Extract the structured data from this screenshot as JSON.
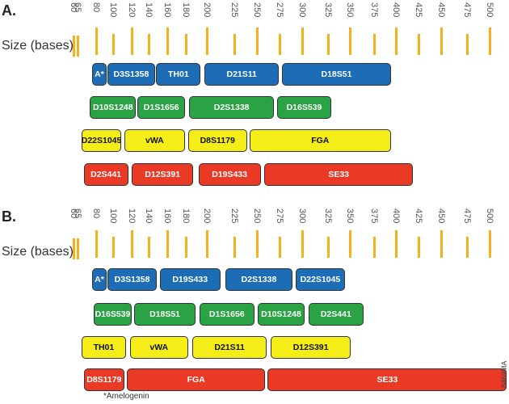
{
  "colors": {
    "blue": "#1d6db6",
    "green": "#2aa344",
    "yellow": "#f4ed17",
    "red": "#ea3a26",
    "tick": "#f2b21c"
  },
  "scale_label": "Size (bases)",
  "tick_values": [
    "60",
    "65",
    "80",
    "100",
    "120",
    "140",
    "160",
    "180",
    "200",
    "225",
    "250",
    "275",
    "300",
    "325",
    "350",
    "375",
    "400",
    "425",
    "450",
    "475",
    "500"
  ],
  "panels": [
    {
      "label": "A.",
      "rows": [
        {
          "color": "blue",
          "boxes": [
            {
              "name": "A*",
              "start": 77,
              "end": 93
            },
            {
              "name": "D3S1358",
              "start": 93,
              "end": 148
            },
            {
              "name": "TH01",
              "start": 148,
              "end": 195
            },
            {
              "name": "D21S11",
              "start": 198,
              "end": 275
            },
            {
              "name": "D18S51",
              "start": 278,
              "end": 395
            }
          ]
        },
        {
          "color": "green",
          "boxes": [
            {
              "name": "D10S1248",
              "start": 75,
              "end": 126
            },
            {
              "name": "D1S1656",
              "start": 127,
              "end": 180
            },
            {
              "name": "D2S1338",
              "start": 183,
              "end": 270
            },
            {
              "name": "D16S539",
              "start": 272,
              "end": 330
            }
          ]
        },
        {
          "color": "yellow",
          "boxes": [
            {
              "name": "D22S1045",
              "start": 68,
              "end": 110
            },
            {
              "name": "vWA",
              "start": 112,
              "end": 180
            },
            {
              "name": "D8S1179",
              "start": 182,
              "end": 240
            },
            {
              "name": "FGA",
              "start": 242,
              "end": 395
            }
          ]
        },
        {
          "color": "red",
          "boxes": [
            {
              "name": "D2S441",
              "start": 70,
              "end": 117
            },
            {
              "name": "D12S391",
              "start": 120,
              "end": 188
            },
            {
              "name": "D19S433",
              "start": 192,
              "end": 255
            },
            {
              "name": "SE33",
              "start": 258,
              "end": 420
            }
          ]
        }
      ]
    },
    {
      "label": "B.",
      "rows": [
        {
          "color": "blue",
          "boxes": [
            {
              "name": "A*",
              "start": 77,
              "end": 93
            },
            {
              "name": "D3S1358",
              "start": 93,
              "end": 150
            },
            {
              "name": "D19S433",
              "start": 152,
              "end": 213
            },
            {
              "name": "D2S1338",
              "start": 217,
              "end": 290
            },
            {
              "name": "D22S1045",
              "start": 293,
              "end": 345
            }
          ]
        },
        {
          "color": "green",
          "boxes": [
            {
              "name": "D16S539",
              "start": 78,
              "end": 121
            },
            {
              "name": "D18S51",
              "start": 123,
              "end": 190
            },
            {
              "name": "D1S1656",
              "start": 193,
              "end": 248
            },
            {
              "name": "D10S1248",
              "start": 251,
              "end": 303
            },
            {
              "name": "D2S441",
              "start": 306,
              "end": 365
            }
          ]
        },
        {
          "color": "yellow",
          "boxes": [
            {
              "name": "TH01",
              "start": 68,
              "end": 115
            },
            {
              "name": "vWA",
              "start": 118,
              "end": 183
            },
            {
              "name": "D21S11",
              "start": 186,
              "end": 262
            },
            {
              "name": "D12S391",
              "start": 265,
              "end": 352
            }
          ]
        },
        {
          "color": "red",
          "boxes": [
            {
              "name": "D8S1179",
              "start": 70,
              "end": 113
            },
            {
              "name": "FGA",
              "start": 115,
              "end": 260
            },
            {
              "name": "SE33",
              "start": 262,
              "end": 520
            }
          ]
        }
      ]
    }
  ],
  "footnote": "*Amelogenin",
  "figure_code": "8469MA"
}
